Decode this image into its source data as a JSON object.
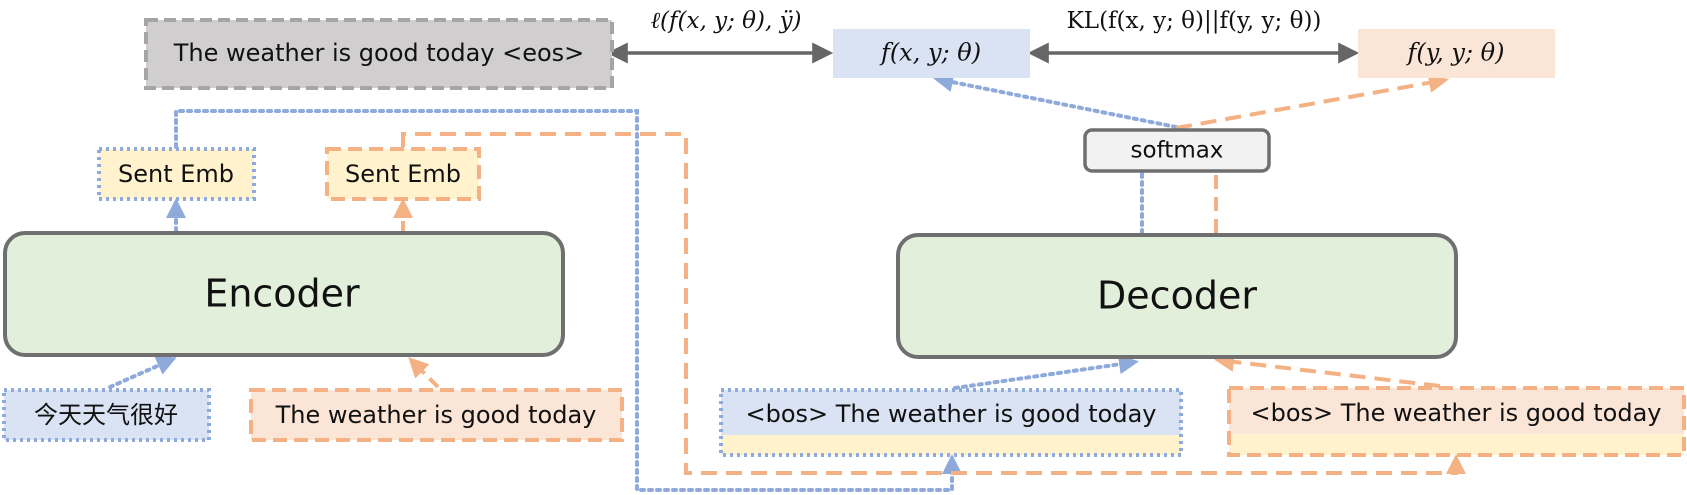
{
  "encoder_label": "Encoder",
  "decoder_label": "Decoder",
  "softmax_label": "softmax",
  "target_text": "The weather is good today <eos>",
  "sent_emb_source": "Sent Emb",
  "sent_emb_target": "Sent Emb",
  "source_input": "今天天气很好",
  "target_input": "The weather is good today",
  "decoder_input_source": "<bos> The weather is good today",
  "decoder_input_target": "<bos> The weather is good today",
  "output_source": "f(x, y; θ)",
  "output_target": "f(y, y; θ)",
  "loss_label": "ℓ(f(x, y; θ), ÿ)",
  "kl_label": "KL(f(x, y; θ)||f(y, y; θ))",
  "colors": {
    "blue_path": "#8eaadb",
    "orange_path": "#f4b183",
    "gray_arrow": "#666666",
    "encoder_fill": "#e2efda",
    "block_stroke": "#6f6f6f",
    "target_box_fill": "#d0cece",
    "target_box_stroke": "#a5a5a5",
    "blue_fill": "#dae3f3",
    "orange_fill": "#fbe5d6",
    "yellow_fill": "#fff2cc",
    "softmax_fill": "#f2f2f2"
  }
}
